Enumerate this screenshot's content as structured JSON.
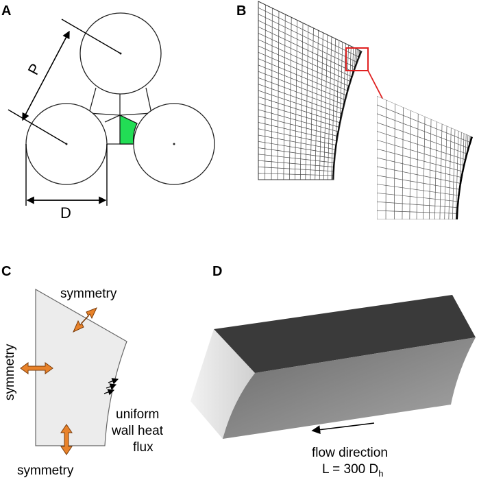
{
  "panels": {
    "a": {
      "label": "A",
      "pitch_label": "P",
      "diameter_label": "D"
    },
    "b": {
      "label": "B"
    },
    "c": {
      "label": "C",
      "top_symmetry": "symmetry",
      "left_symmetry": "symmetry",
      "bottom_symmetry": "symmetry",
      "heat_flux_line1": "uniform",
      "heat_flux_line2": "wall heat",
      "heat_flux_line3": "flux"
    },
    "d": {
      "label": "D",
      "flow_label": "flow direction",
      "length_label_main": "L = 300 D",
      "length_label_sub": "h"
    }
  },
  "colors": {
    "highlight_green": "#22dd55",
    "arrow_orange": "#e8822a",
    "zoom_red": "#e02020",
    "domain_fill": "#ececec",
    "solid_top": "#3a3a3a",
    "solid_left": "#e6e6e6",
    "solid_front": "#7a7a7a"
  }
}
